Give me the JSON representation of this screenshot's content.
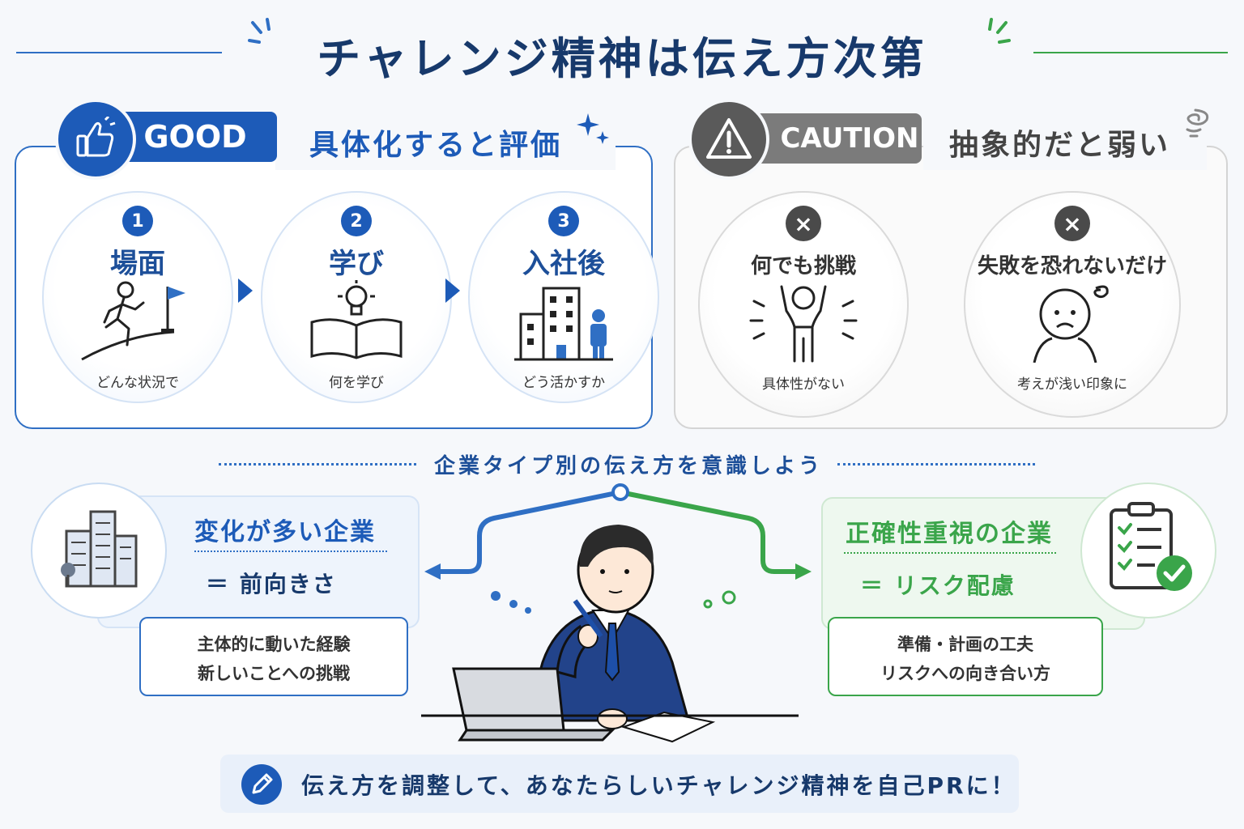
{
  "title": "チャレンジ精神は伝え方次第",
  "good": {
    "tag": "GOOD",
    "heading": "具体化すると評価",
    "steps": [
      {
        "num": "1",
        "label": "場面",
        "sub": "どんな状況で",
        "icon": "climbing-person-flag-icon"
      },
      {
        "num": "2",
        "label": "学び",
        "sub": "何を学び",
        "icon": "lightbulb-book-icon"
      },
      {
        "num": "3",
        "label": "入社後",
        "sub": "どう活かすか",
        "icon": "office-building-person-icon"
      }
    ]
  },
  "caution": {
    "tag": "CAUTION",
    "heading": "抽象的だと弱い",
    "items": [
      {
        "label": "何でも挑戦",
        "sub": "具体性がない",
        "icon": "cheering-person-icon"
      },
      {
        "label": "失敗を恐れないだけ",
        "sub": "考えが浅い印象に",
        "icon": "worried-face-icon"
      }
    ]
  },
  "middle_title": "企業タイプ別の伝え方を意識しよう",
  "left_type": {
    "title": "変化が多い企業",
    "value": "＝ 前向きさ",
    "lines": [
      "主体的に動いた経験",
      "新しいことへの挑戦"
    ],
    "icon": "city-buildings-icon"
  },
  "right_type": {
    "title": "正確性重視の企業",
    "value": "＝ リスク配慮",
    "lines": [
      "準備・計画の工夫",
      "リスクへの向き合い方"
    ],
    "icon": "clipboard-checklist-icon"
  },
  "footer": "伝え方を調整して、あなたらしいチャレンジ精神を自己PRに！",
  "colors": {
    "primary": "#1d5bb8",
    "green": "#3aa54a",
    "gray": "#555555",
    "navy": "#17396b"
  }
}
